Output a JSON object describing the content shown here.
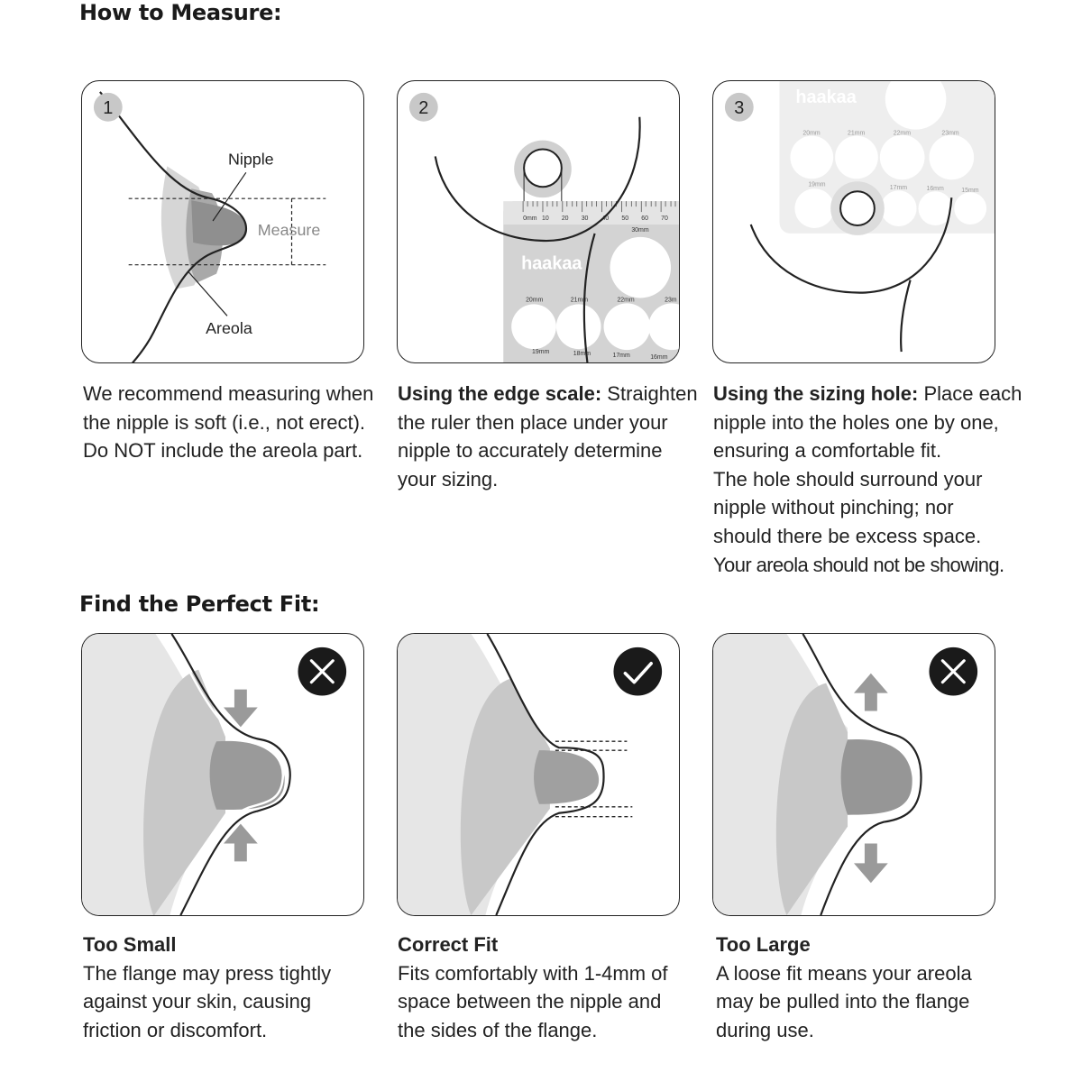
{
  "sections": {
    "measure_title": "How to Measure:",
    "fit_title": "Find the Perfect Fit:"
  },
  "step1": {
    "badge": "1",
    "labels": {
      "nipple": "Nipple",
      "measure": "Measure",
      "areola": "Areola"
    },
    "caption": [
      "We recommend measuring when",
      "the nipple is soft (i.e., not erect).",
      "Do NOT include the areola part."
    ]
  },
  "step2": {
    "badge": "2",
    "ruler_ticks": [
      "0mm",
      "10",
      "20",
      "30",
      "40",
      "50",
      "60",
      "70"
    ],
    "brand": "haakaa",
    "sizes": [
      "30mm",
      "20mm",
      "21mm",
      "22mm",
      "23m",
      "19mm",
      "18mm",
      "17mm",
      "16mm"
    ],
    "caption_bold": "Using the edge scale:",
    "caption_first": " Straighten",
    "caption": [
      "the ruler then place under your",
      "nipple to accurately determine",
      "your sizing."
    ]
  },
  "step3": {
    "badge": "3",
    "brand": "haakaa",
    "sizes": [
      "20mm",
      "21mm",
      "22mm",
      "23mm",
      "19mm",
      "18mm",
      "17mm",
      "16mm",
      "15mm"
    ],
    "caption_bold": "Using the sizing hole:",
    "caption_first": " Place each",
    "caption": [
      "nipple into the holes one by one,",
      "ensuring a comfortable fit.",
      "The hole should surround your",
      "nipple without pinching; nor",
      "should there be excess space.",
      "Your areola should not be showing."
    ]
  },
  "fit": [
    {
      "title": "Too Small",
      "status": "x-icon",
      "lines": [
        "The flange may press tightly",
        "against your skin, causing",
        "friction or discomfort."
      ]
    },
    {
      "title": "Correct Fit",
      "status": "check-icon",
      "lines": [
        "Fits comfortably with 1-4mm of",
        "space between the nipple and",
        "the sides of the flange."
      ]
    },
    {
      "title": "Too Large",
      "status": "x-icon",
      "lines": [
        "A loose fit means your areola",
        "may be pulled into the flange",
        "during use."
      ]
    }
  ],
  "colors": {
    "outline": "#222222",
    "areola_outer": "#d0d0d0",
    "areola_inner": "#a6a6a6",
    "nipple": "#8f8f8f",
    "skin_light": "#e6e6e6",
    "arrow": "#9a9a9a",
    "badge": "#c8c8c8"
  }
}
